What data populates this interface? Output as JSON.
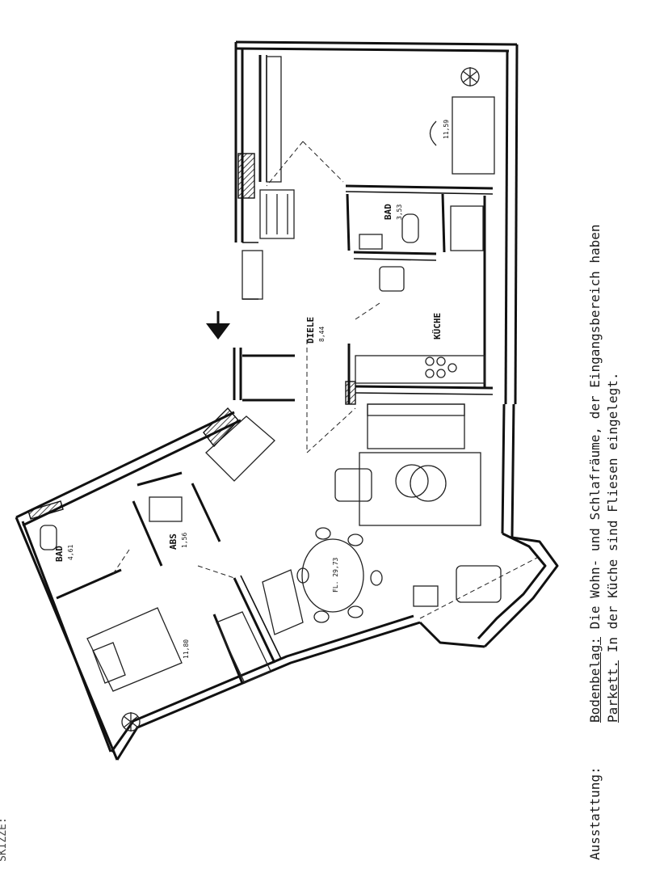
{
  "plan": {
    "rooms": {
      "diele": {
        "name": "DIELE",
        "area": "8,44"
      },
      "kueche": {
        "name": "KÜCHE",
        "area": ""
      },
      "bad_top": {
        "name": "BAD",
        "area": "3,53"
      },
      "bedroom_top": {
        "name": "",
        "area": "11,59"
      },
      "living": {
        "name": "",
        "area": "FL. 29,73"
      },
      "bad_left": {
        "name": "BAD",
        "area": "4,61"
      },
      "abs": {
        "name": "ABS",
        "area": "1,56"
      },
      "bedroom_bottom": {
        "name": "",
        "area": "11,80"
      }
    }
  },
  "notes": {
    "label": "Ausstattung:",
    "line1_prefix": "Bodenbelag:",
    "line1_rest": " Die Wohn- und Schlafräume, der Eingangsbereich haben",
    "line2_prefix": "Parkett.",
    "line2_rest": " In der Küche sind Fliesen eingelegt."
  },
  "corner_text": "SKIZZE:"
}
